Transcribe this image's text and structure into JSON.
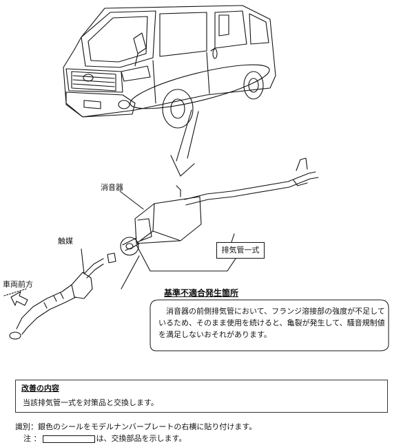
{
  "labels": {
    "muffler": "消音器",
    "catalyst": "触媒",
    "vehicle_front": "車両前方",
    "exhaust_pipe_assembly": "排気管一式"
  },
  "callout": {
    "title": "基準不適合発生箇所",
    "text": "　消音器の前側排気管において、フランジ溶接部の強度が不足しているため、そのまま使用を続けると、亀裂が発生して、騒音規制値を満足しないおそれがあります。"
  },
  "remedy": {
    "title": "改善の内容",
    "text": "当該排気管一式を対策品と交換します。"
  },
  "identification": {
    "label": "識別",
    "text": "：銀色のシールをモデルナンバープレートの右横に貼り付けます。"
  },
  "note": {
    "label": "注",
    "prefix": "：",
    "text": "は、交換部品を示します。"
  },
  "colors": {
    "line": "#111111",
    "background": "#ffffff"
  }
}
